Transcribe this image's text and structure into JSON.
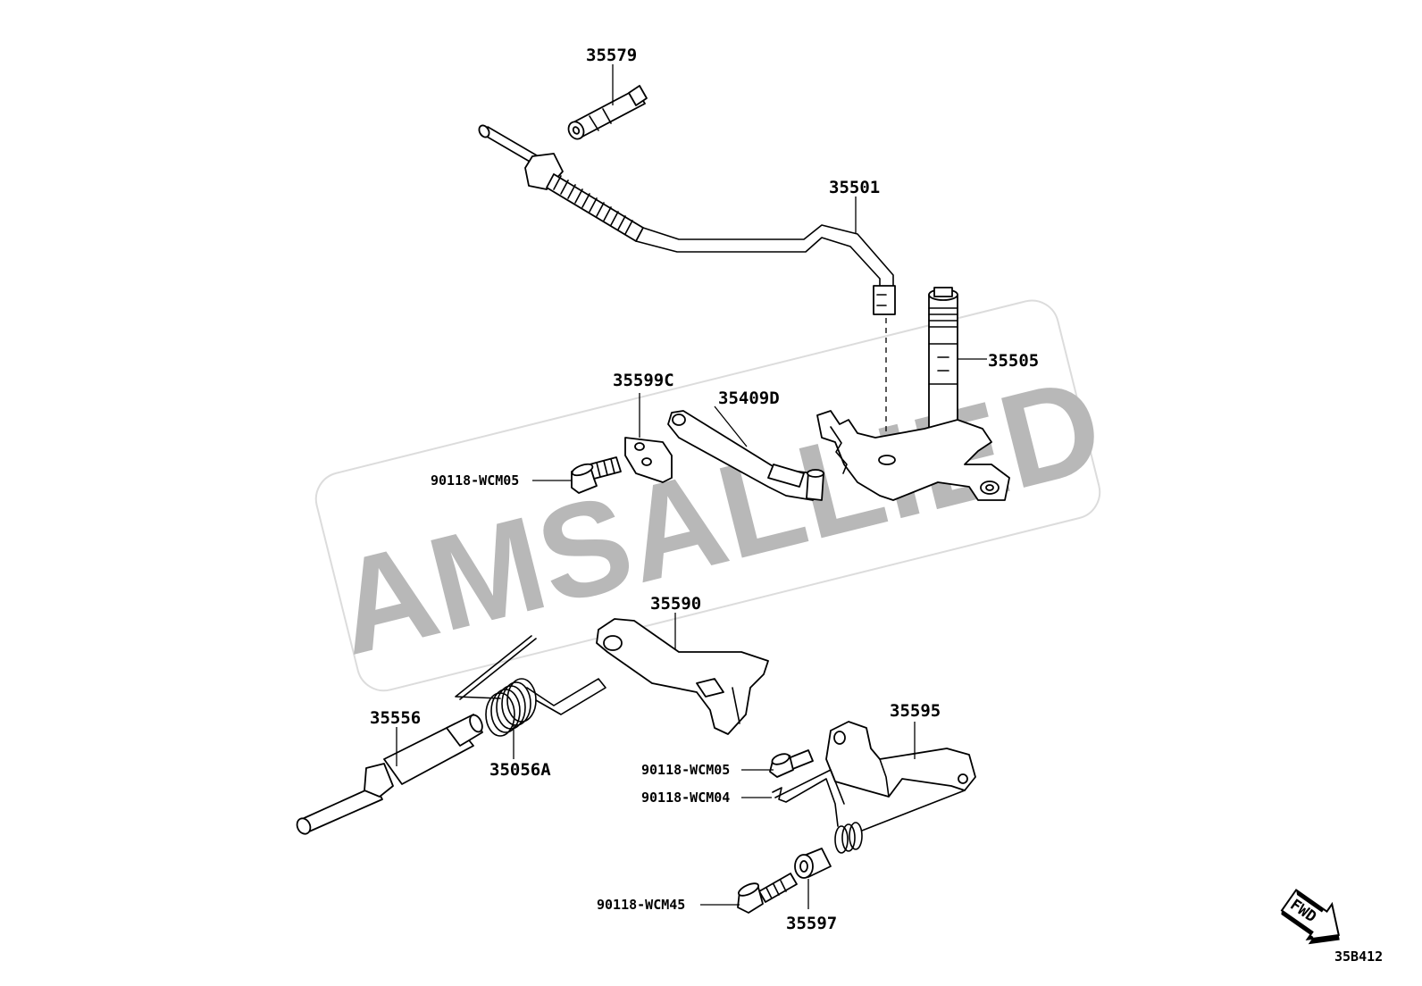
{
  "watermark": "AMSALLIED",
  "diagram_code": "35B412",
  "fwd_arrow_label": "FWD",
  "parts": {
    "p35579": "35579",
    "p35501": "35501",
    "p35505": "35505",
    "p35599C": "35599C",
    "p35409D": "35409D",
    "p90118_wcm05_top": "90118-WCM05",
    "p35590": "35590",
    "p35556": "35556",
    "p35056A": "35056A",
    "p35595": "35595",
    "p90118_wcm05_bottom": "90118-WCM05",
    "p90118_wcm04": "90118-WCM04",
    "p90118_wcm45": "90118-WCM45",
    "p35597": "35597"
  }
}
